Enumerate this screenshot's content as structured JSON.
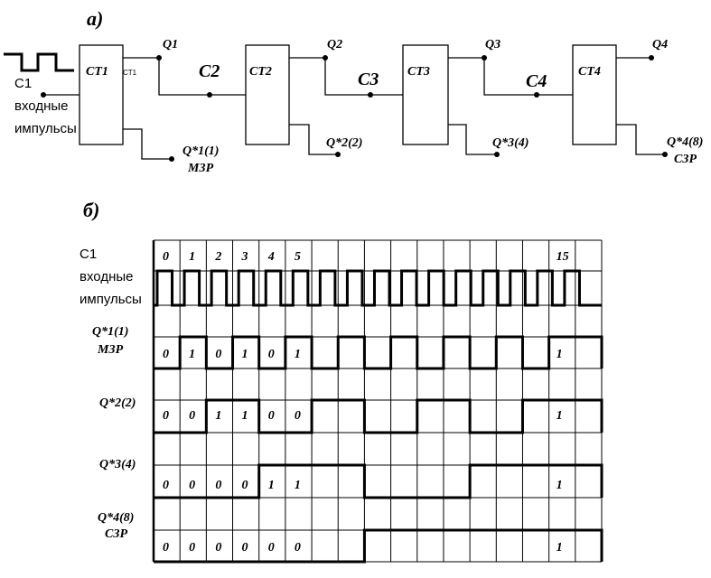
{
  "section_a": {
    "label": "а)"
  },
  "section_b": {
    "label": "б)"
  },
  "circuit": {
    "input_label_line1": "С1",
    "input_label_line2": "входные",
    "input_label_line3": "импульсы",
    "counters": [
      {
        "name": "CT1",
        "small": "CT1",
        "q": "Q1",
        "aux": "Q*1(1)",
        "aux2": "МЗР",
        "coupling": "С2"
      },
      {
        "name": "CT2",
        "small": "",
        "q": "Q2",
        "aux": "Q*2(2)",
        "aux2": "",
        "coupling": "С3"
      },
      {
        "name": "CT3",
        "small": "",
        "q": "Q3",
        "aux": "Q*3(4)",
        "aux2": "",
        "coupling": "С4"
      },
      {
        "name": "CT4",
        "small": "",
        "q": "Q4",
        "aux": "Q*4(8)",
        "aux2": "СЗР",
        "coupling": ""
      }
    ]
  },
  "timing": {
    "rows": [
      {
        "label1": "С1",
        "label2": "входные",
        "label3": "импульсы"
      },
      {
        "label1": "Q*1(1)",
        "label2": "МЗР"
      },
      {
        "label1": "Q*2(2)",
        "label2": ""
      },
      {
        "label1": "Q*3(4)",
        "label2": ""
      },
      {
        "label1": "Q*4(8)",
        "label2": "СЗР"
      }
    ],
    "pulse_numbers": [
      "0",
      "1",
      "2",
      "3",
      "4",
      "5",
      "15"
    ],
    "row_values": [
      [
        "0",
        "1",
        "0",
        "1",
        "0",
        "1",
        "1"
      ],
      [
        "0",
        "0",
        "1",
        "1",
        "0",
        "0",
        "1"
      ],
      [
        "0",
        "0",
        "0",
        "0",
        "1",
        "1",
        "1"
      ],
      [
        "0",
        "0",
        "0",
        "0",
        "0",
        "0",
        "1"
      ]
    ],
    "levels": {
      "q1": [
        0,
        1,
        0,
        1,
        0,
        1,
        0,
        1,
        0,
        1,
        0,
        1,
        0,
        1,
        0,
        1
      ],
      "q2": [
        0,
        0,
        1,
        1,
        0,
        0,
        1,
        1,
        0,
        0,
        1,
        1,
        0,
        0,
        1,
        1
      ],
      "q3": [
        0,
        0,
        0,
        0,
        1,
        1,
        1,
        1,
        0,
        0,
        0,
        0,
        1,
        1,
        1,
        1
      ],
      "q4": [
        0,
        0,
        0,
        0,
        0,
        0,
        0,
        0,
        1,
        1,
        1,
        1,
        1,
        1,
        1,
        1
      ]
    }
  }
}
